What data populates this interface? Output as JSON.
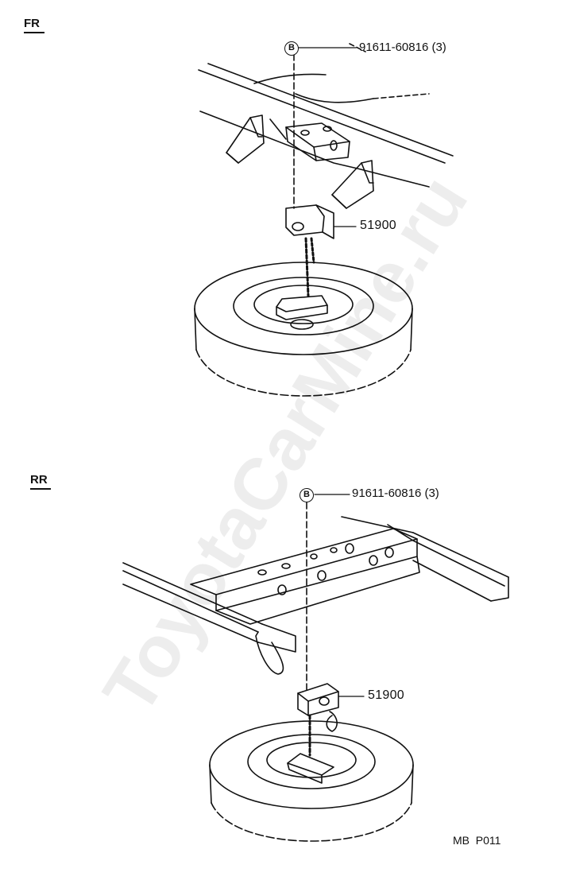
{
  "sections": {
    "front": {
      "label": "FR",
      "callout_letter": "B",
      "bolt_part": "91611-60816 (3)",
      "carrier_part": "51900"
    },
    "rear": {
      "label": "RR",
      "callout_letter": "B",
      "bolt_part": "91611-60816 (3)",
      "carrier_part": "51900"
    }
  },
  "footer_code": "MB  P011",
  "watermark": "ToyotaCarMine.ru"
}
